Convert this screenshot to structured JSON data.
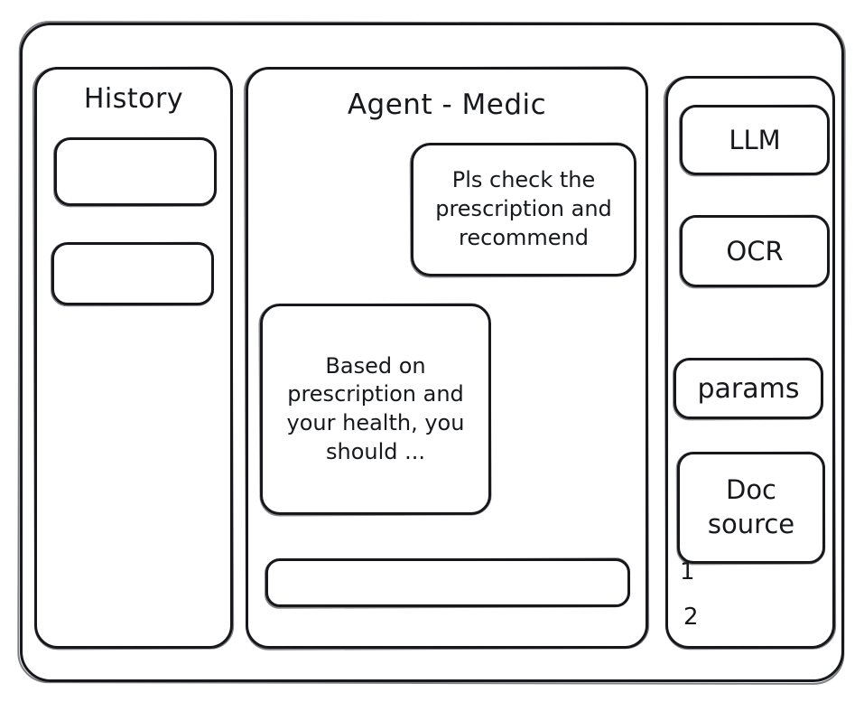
{
  "window": {
    "style": "hand-drawn-wireframe",
    "ink_color": "#16181c",
    "background": "#ffffff"
  },
  "sidebar_left": {
    "title": "History",
    "items": [
      {
        "label": "",
        "name": "history-item-1"
      },
      {
        "label": "",
        "name": "history-item-2"
      }
    ]
  },
  "main": {
    "title": "Agent - Medic",
    "messages": [
      {
        "role": "user",
        "text": "Pls check the prescription and recommend",
        "align": "right"
      },
      {
        "role": "assistant",
        "text": "Based on prescription and your health, you should ...",
        "align": "left"
      }
    ],
    "composer": {
      "value": "",
      "placeholder": ""
    }
  },
  "sidebar_right": {
    "tools": [
      {
        "label": "LLM"
      },
      {
        "label": "OCR"
      },
      {
        "label": "params"
      }
    ],
    "doc_source": {
      "label": "Doc source",
      "entries": [
        "1",
        "2"
      ]
    }
  }
}
